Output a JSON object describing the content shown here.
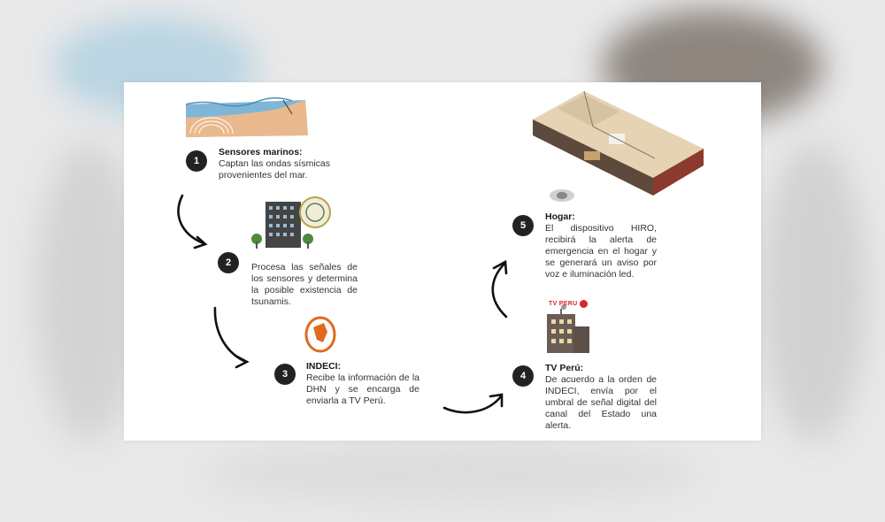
{
  "steps": [
    {
      "number": "1",
      "title": "Sensores marinos:",
      "description": "Captan las ondas sísmicas provenientes del mar."
    },
    {
      "number": "2",
      "title": "",
      "description": "Procesa las señales de los sensores y determina la posible existencia de tsunamis."
    },
    {
      "number": "3",
      "title": "INDECI:",
      "description": "Recibe la información de la DHN y se encarga de enviarla a TV Perú."
    },
    {
      "number": "4",
      "title": "TV Perú:",
      "description": "De acuerdo a la orden de INDECI, envía por el umbral de señal digital del canal del Estado una alerta."
    },
    {
      "number": "5",
      "title": "Hogar:",
      "description": "El dispositivo HIRO, recibirá la alerta de emergencia en el hogar y se generará un aviso por voz e iluminación led."
    }
  ],
  "logos": {
    "tv_peru": "TV PERU"
  },
  "colors": {
    "badge": "#222222",
    "text": "#333333",
    "arrow": "#111111",
    "sea": "#7fb6d6",
    "sand": "#e9b98d",
    "tv_red": "#d7262c"
  }
}
